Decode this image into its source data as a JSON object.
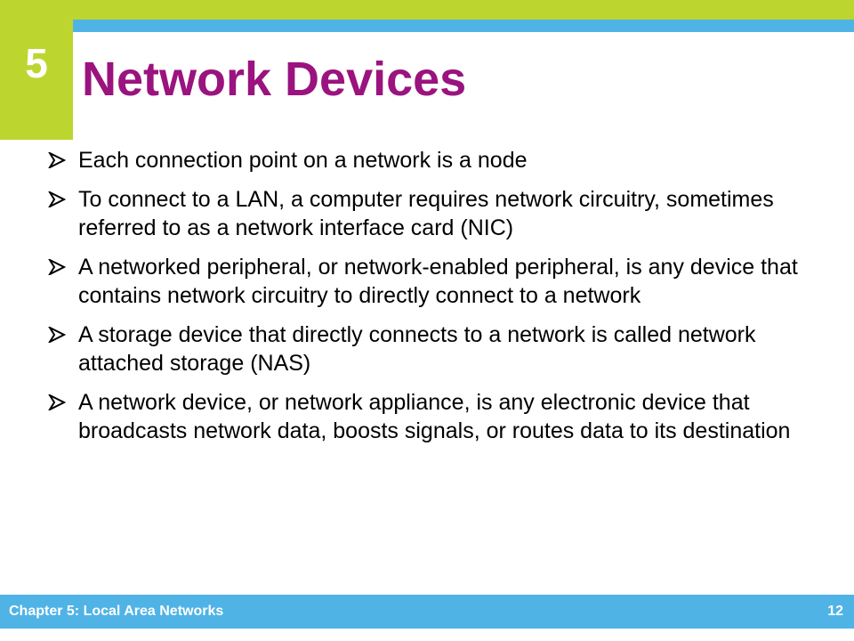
{
  "header": {
    "chapter_number": "5",
    "title": "Network Devices"
  },
  "bullets": [
    {
      "text": "Each connection point on a network is a node"
    },
    {
      "text": "To connect to a LAN, a computer requires network circuitry, sometimes referred to as a network interface card (NIC)"
    },
    {
      "text": "A networked peripheral, or network-enabled peripheral, is any device that contains network circuitry to directly connect to a network"
    },
    {
      "text": "A storage device that directly connects to a network is called network attached storage (NAS)"
    },
    {
      "text": "A network device, or network appliance, is any electronic device that broadcasts network data, boosts signals, or routes data to its destination"
    }
  ],
  "footer": {
    "chapter_label": "Chapter 5: Local Area Networks",
    "page_number": "12"
  },
  "icons": {
    "bullet": "arrowhead-bullet-icon"
  },
  "colors": {
    "accent_green": "#bdd62f",
    "accent_blue": "#4fb3e6",
    "title_color": "#9a137e"
  }
}
